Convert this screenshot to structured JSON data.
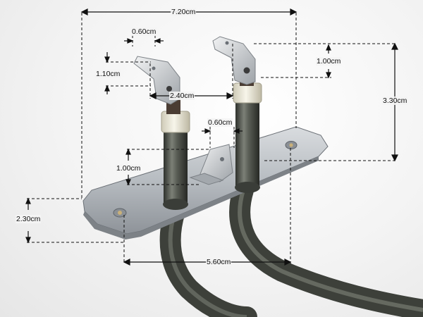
{
  "photo": {
    "subject": "heating-element",
    "dimensions": {
      "overall_width": "7.20cm",
      "tab_width_left": "0.60cm",
      "tab_height_left": "1.10cm",
      "terminal_spacing": "2.40cm",
      "tab_height_right": "1.00cm",
      "terminal_height": "3.30cm",
      "center_tab_width": "0.60cm",
      "center_tab_height": "1.00cm",
      "plate_height": "2.30cm",
      "hole_spacing": "5.60cm"
    }
  }
}
